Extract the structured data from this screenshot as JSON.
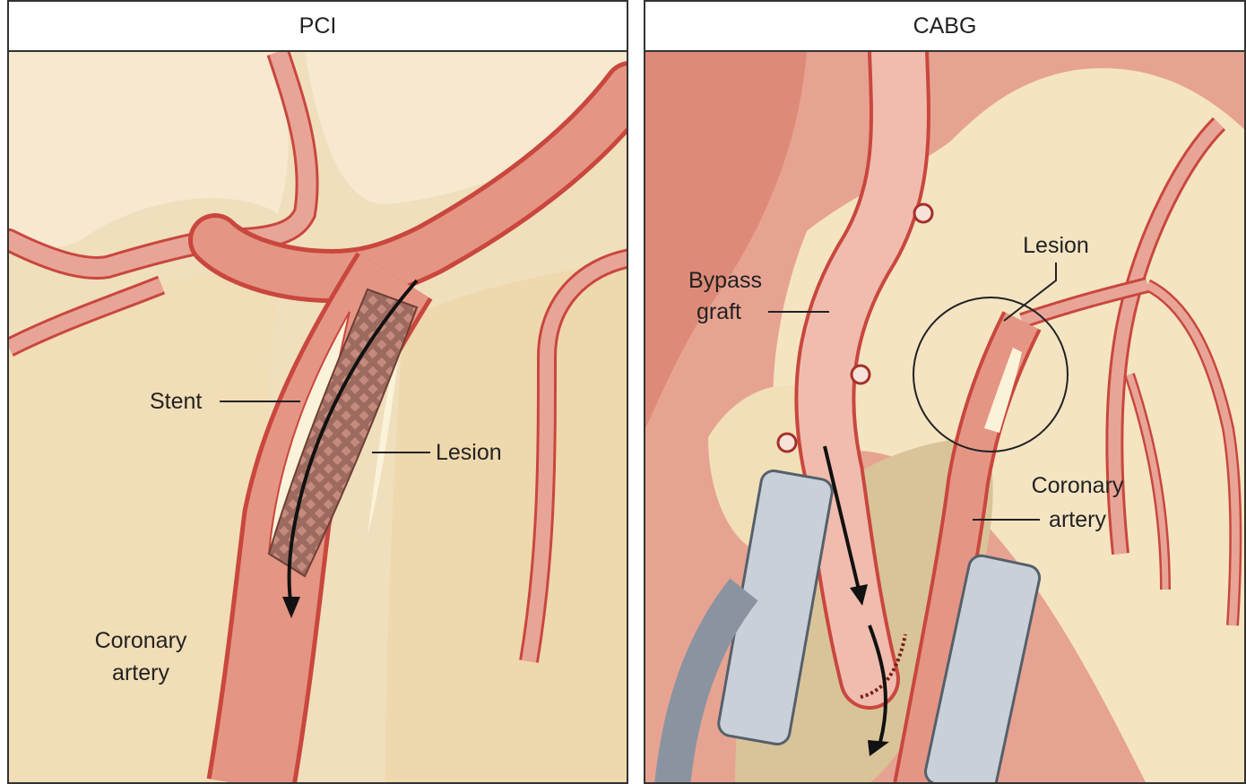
{
  "panels": {
    "pci": {
      "title": "PCI",
      "labels": {
        "stent": "Stent",
        "lesion": "Lesion",
        "coronary_line1": "Coronary",
        "coronary_line2": "artery"
      }
    },
    "cabg": {
      "title": "CABG",
      "labels": {
        "bypass_line1": "Bypass",
        "bypass_line2": "graft",
        "lesion": "Lesion",
        "coronary_line1": "Coronary",
        "coronary_line2": "artery"
      }
    }
  },
  "colors": {
    "heart_tissue": "#f3e4c6",
    "vessel": "#e8a597",
    "vessel_outline": "#c9473e",
    "stent": "#8a5a50",
    "retractor": "#c9d0d8",
    "flow_arrow": "#111111"
  }
}
